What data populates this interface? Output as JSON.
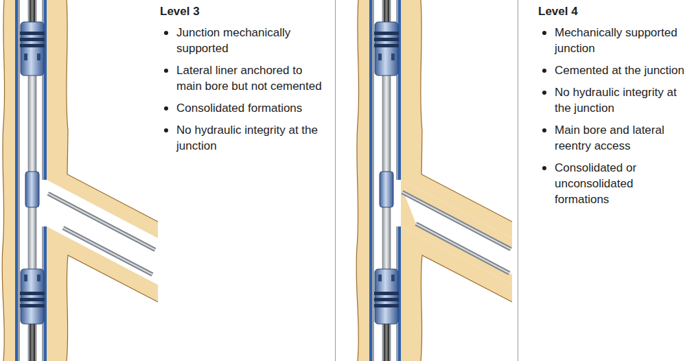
{
  "diagram": {
    "labels": [
      "Level 3",
      "Junction mechanically supported",
      "Lateral liner anchored to main bore but not cemented",
      "Consolidated formations",
      "No hydraulic integrity at the junction",
      "Level 4",
      "Mechanically supported junction",
      "Cemented at the junction",
      "No hydraulic integrity at the junction",
      "Main bore and lateral reentry access",
      "Consolidated or unconsolidated formations"
    ]
  }
}
